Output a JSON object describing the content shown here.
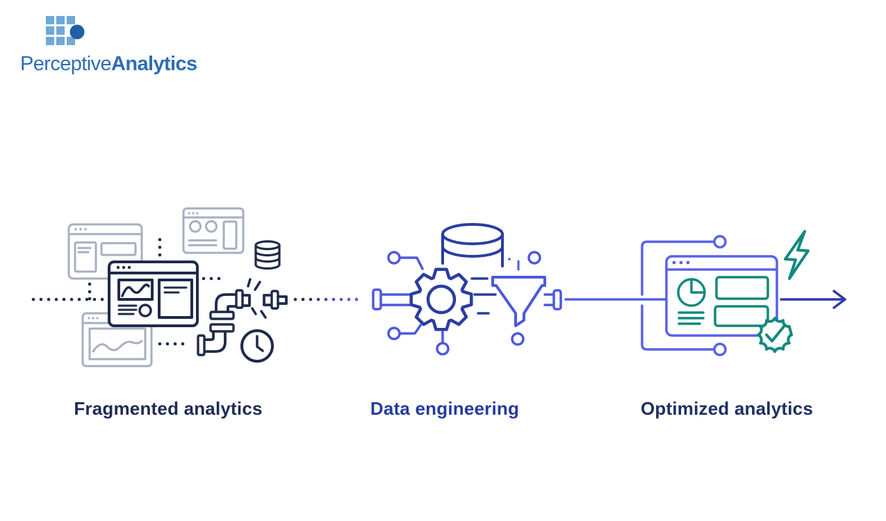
{
  "logo": {
    "brand_regular": "Perceptive",
    "brand_bold": "Analytics"
  },
  "diagram": {
    "flow_direction": "left-to-right",
    "stages": [
      {
        "label": "Fragmented analytics",
        "icons": [
          "browser-window-icon",
          "database-icon",
          "broken-pipe-icon",
          "clock-icon",
          "dotted-line"
        ]
      },
      {
        "label": "Data engineering",
        "icons": [
          "database-icon",
          "gear-icon",
          "funnel-icon",
          "pipe-endcap-icon",
          "circuit-node-icon"
        ]
      },
      {
        "label": "Optimized analytics",
        "icons": [
          "dashboard-window-icon",
          "pie-chart-icon",
          "lightning-icon",
          "check-badge-icon",
          "flow-arrow-icon"
        ]
      }
    ]
  },
  "colors": {
    "navy": "#1e2a4a",
    "gray_blue": "#a6afc0",
    "royal_blue": "#2b3da0",
    "medium_blue": "#4d58de",
    "purple_blue": "#5a61e6",
    "teal": "#11897d",
    "arrow_blue": "#2c3aad",
    "logo_square_blue": "#6fa9d8",
    "logo_circle_blue": "#1f5ea9",
    "logo_text_blue": "#2e6db6",
    "label_navy": "#1d2b52",
    "label_blue": "#243c9d"
  }
}
